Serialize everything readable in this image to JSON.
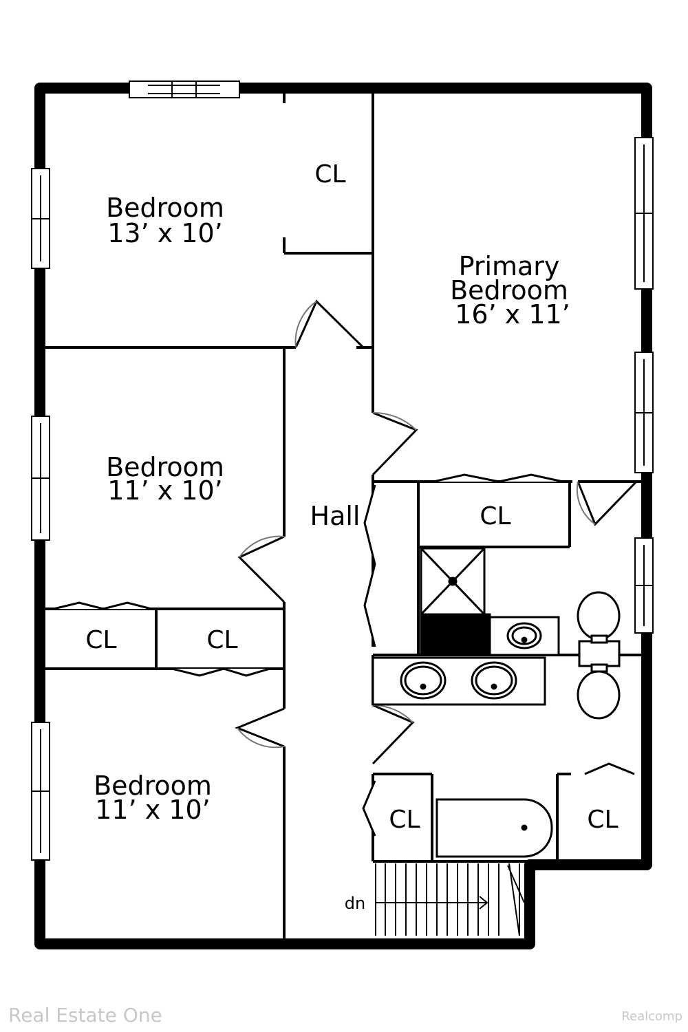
{
  "rooms": {
    "bedroom_top": {
      "name": "Bedroom",
      "size": "13’ x 10’"
    },
    "bedroom_middle": {
      "name": "Bedroom",
      "size": "11’ x 10’"
    },
    "bedroom_bottom": {
      "name": "Bedroom",
      "size": "11’ x 10’"
    },
    "primary": {
      "name_line1": "Primary",
      "name_line2": "Bedroom",
      "size": "16’ x 11’"
    },
    "hall": "Hall"
  },
  "closet_label": "CL",
  "stairs_label": "dn",
  "watermarks": {
    "left": "Real Estate One",
    "right": "Realcomp"
  }
}
